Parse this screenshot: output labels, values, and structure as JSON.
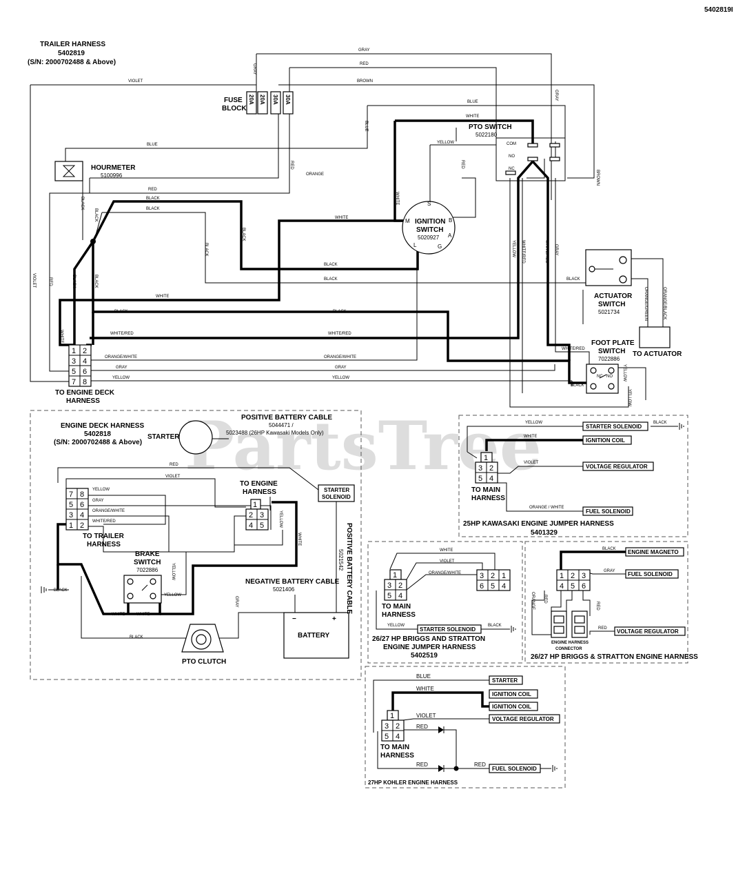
{
  "doc_number": "5402819I",
  "watermark": "PartsTree",
  "trailer_harness": {
    "title": "TRAILER HARNESS",
    "part": "5402819",
    "serial": "(S/N: 2000702488 & Above)"
  },
  "fuse_block": {
    "label_line1": "FUSE",
    "label_line2": "BLOCK",
    "fuses": [
      "20A",
      "20A",
      "30A",
      "30A"
    ]
  },
  "hourmeter": {
    "label": "HOURMETER",
    "part": "5100996"
  },
  "pto_switch": {
    "label": "PTO SWITCH",
    "part": "5022180",
    "pins": [
      "COM",
      "NO",
      "NC"
    ]
  },
  "ignition_switch": {
    "label_line1": "IGNITION",
    "label_line2": "SWITCH",
    "part": "5020927",
    "terminals": [
      "S",
      "M",
      "B",
      "A",
      "L",
      "G"
    ]
  },
  "actuator_switch": {
    "label_line1": "ACTUATOR",
    "label_line2": "SWITCH",
    "part": "5021734",
    "to": "TO ACTUATOR"
  },
  "foot_plate_switch": {
    "label_line1": "FOOT PLATE",
    "label_line2": "SWITCH",
    "part": "7022886",
    "pins": [
      "NC",
      "NO"
    ]
  },
  "deck_connector": {
    "label_line1": "TO ENGINE DECK",
    "label_line2": "HARNESS",
    "pins": [
      "1",
      "2",
      "3",
      "4",
      "5",
      "6",
      "7",
      "8"
    ]
  },
  "wire_colors": {
    "gray": "GRAY",
    "red": "RED",
    "violet": "VIOLET",
    "brown": "BROWN",
    "blue": "BLUE",
    "white": "WHITE",
    "yellow": "YELLOW",
    "orange": "ORANGE",
    "black": "BLACK",
    "white_red": "WHITE/RED",
    "orange_white": "ORANGE/WHITE",
    "orange_green": "ORANGE/GREEN",
    "orange_black": "ORANGE/BLACK",
    "orange_white_sp": "ORANGE / WHITE"
  },
  "engine_deck_harness": {
    "title": "ENGINE DECK HARNESS",
    "part": "5402818",
    "serial": "(S/N: 2000702488 & Above)",
    "starter": "STARTER",
    "pos_cable_title": "POSITIVE BATTERY CABLE",
    "pos_cable_part1": "5044471 /",
    "pos_cable_part2": "5023488 (26HP Kawasaki Models Only)",
    "starter_solenoid_1": "STARTER",
    "starter_solenoid_2": "SOLENOID",
    "to_engine_1": "TO ENGINE",
    "to_engine_2": "HARNESS",
    "to_trailer_1": "TO TRAILER",
    "to_trailer_2": "HARNESS",
    "brake_1": "BRAKE",
    "brake_2": "SWITCH",
    "brake_part": "7022886",
    "neg_cable_title": "NEGATIVE BATTERY CABLE",
    "neg_cable_part": "5021406",
    "pos_cable_vertical": "POSITIVE BATTERY CABLE",
    "pos_cable_vertical_part": "5021542",
    "battery": "BATTERY",
    "minus": "−",
    "plus": "+",
    "pto_clutch": "PTO CLUTCH"
  },
  "kawasaki": {
    "title": "25HP KAWASAKI ENGINE JUMPER HARNESS",
    "part": "5401329",
    "starter_solenoid": "STARTER SOLENOID",
    "ignition_coil": "IGNITION COIL",
    "voltage_regulator": "VOLTAGE REGULATOR",
    "fuel_solenoid": "FUEL SOLENOID",
    "to_main_1": "TO MAIN",
    "to_main_2": "HARNESS"
  },
  "briggs_jumper": {
    "title_1": "26/27 HP BRIGGS AND STRATTON",
    "title_2": "ENGINE JUMPER HARNESS",
    "part": "5402519",
    "starter_solenoid": "STARTER SOLENOID",
    "to_main_1": "TO MAIN",
    "to_main_2": "HARNESS"
  },
  "briggs_engine": {
    "title": "26/27 HP BRIGGS & STRATTON ENGINE HARNESS",
    "engine_magneto": "ENGINE MAGNETO",
    "fuel_solenoid": "FUEL SOLENOID",
    "voltage_regulator": "VOLTAGE REGULATOR",
    "connector_1": "ENGINE HARNESS",
    "connector_2": "CONNECTOR"
  },
  "kohler": {
    "title": "27HP KOHLER ENGINE HARNESS",
    "starter": "STARTER",
    "ignition_coil_1": "IGNITION COIL",
    "ignition_coil_2": "IGNITION COIL",
    "voltage_regulator": "VOLTAGE REGULATOR",
    "fuel_solenoid": "FUEL SOLENOID",
    "to_main_1": "TO MAIN",
    "to_main_2": "HARNESS"
  }
}
